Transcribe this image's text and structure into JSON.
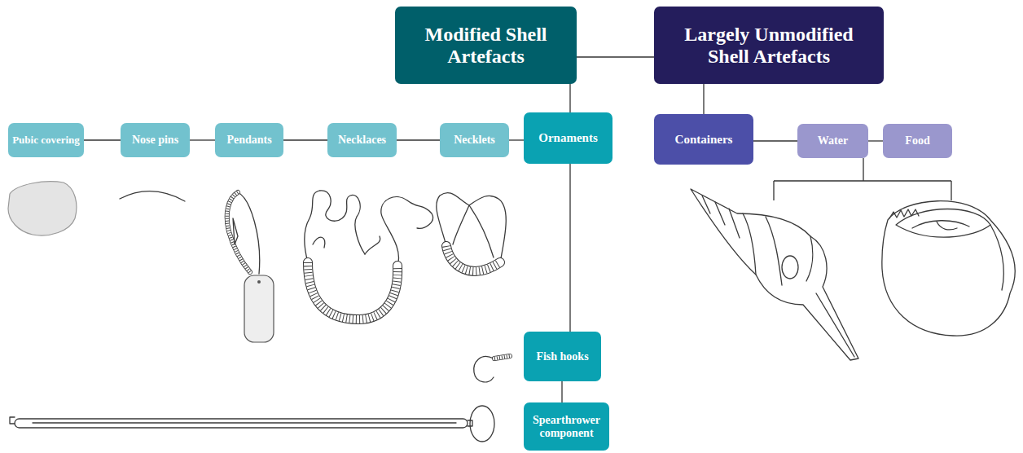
{
  "diagram": {
    "nodes": [
      {
        "text": [
          "Modified Shell Artefacts"
        ]
      },
      {
        "text": [
          "Largely Unmodified Shell Artefacts"
        ]
      },
      {
        "text": [
          "Pubic covering"
        ]
      },
      {
        "text": [
          "Nose pins"
        ]
      },
      {
        "text": [
          "Pendants"
        ]
      },
      {
        "text": [
          "Necklaces"
        ]
      },
      {
        "text": [
          "Necklets"
        ]
      },
      {
        "text": [
          "Ornaments"
        ]
      },
      {
        "text": [
          "Containers"
        ]
      },
      {
        "text": [
          "Water"
        ]
      },
      {
        "text": [
          "Food"
        ]
      },
      {
        "text": [
          "Fish hooks"
        ]
      },
      {
        "text": [
          "Spearthrower component"
        ]
      }
    ],
    "edges": [
      {
        "from": 0,
        "to": 1,
        "arrow": "none"
      },
      {
        "from": 0,
        "to": 7,
        "arrow": "none"
      },
      {
        "from": 7,
        "to": 6,
        "arrow": "none"
      },
      {
        "from": 6,
        "to": 5,
        "arrow": "none"
      },
      {
        "from": 5,
        "to": 4,
        "arrow": "none"
      },
      {
        "from": 4,
        "to": 3,
        "arrow": "none"
      },
      {
        "from": 3,
        "to": 2,
        "arrow": "none"
      },
      {
        "from": 1,
        "to": 8,
        "arrow": "none"
      },
      {
        "from": 8,
        "to": 9,
        "arrow": "none"
      },
      {
        "from": 9,
        "to": 10,
        "arrow": "none"
      },
      {
        "from": 7,
        "to": 11,
        "arrow": "none"
      },
      {
        "from": 11,
        "to": 12,
        "arrow": "none"
      }
    ]
  }
}
